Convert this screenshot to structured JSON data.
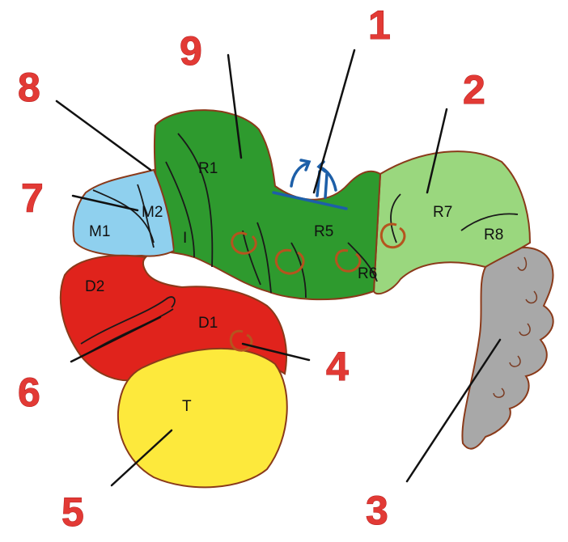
{
  "regions": {
    "R1": "R1",
    "R5": "R5",
    "R6": "R6",
    "R7": "R7",
    "R8": "R8",
    "M1": "M1",
    "M2": "M2",
    "I": "I",
    "D1": "D1",
    "D2": "D2",
    "T": "T"
  },
  "callouts": [
    "1",
    "2",
    "3",
    "4",
    "5",
    "6",
    "7",
    "8",
    "9"
  ],
  "colors": {
    "dark_green": "#2e9a2e",
    "light_green": "#9ad77e",
    "blue": "#8fd0ee",
    "red": "#e0231c",
    "yellow": "#fde93c",
    "gray": "#a8a8a8",
    "arrow_blue": "#1d5fa8",
    "callout_red": "#e23a35"
  }
}
